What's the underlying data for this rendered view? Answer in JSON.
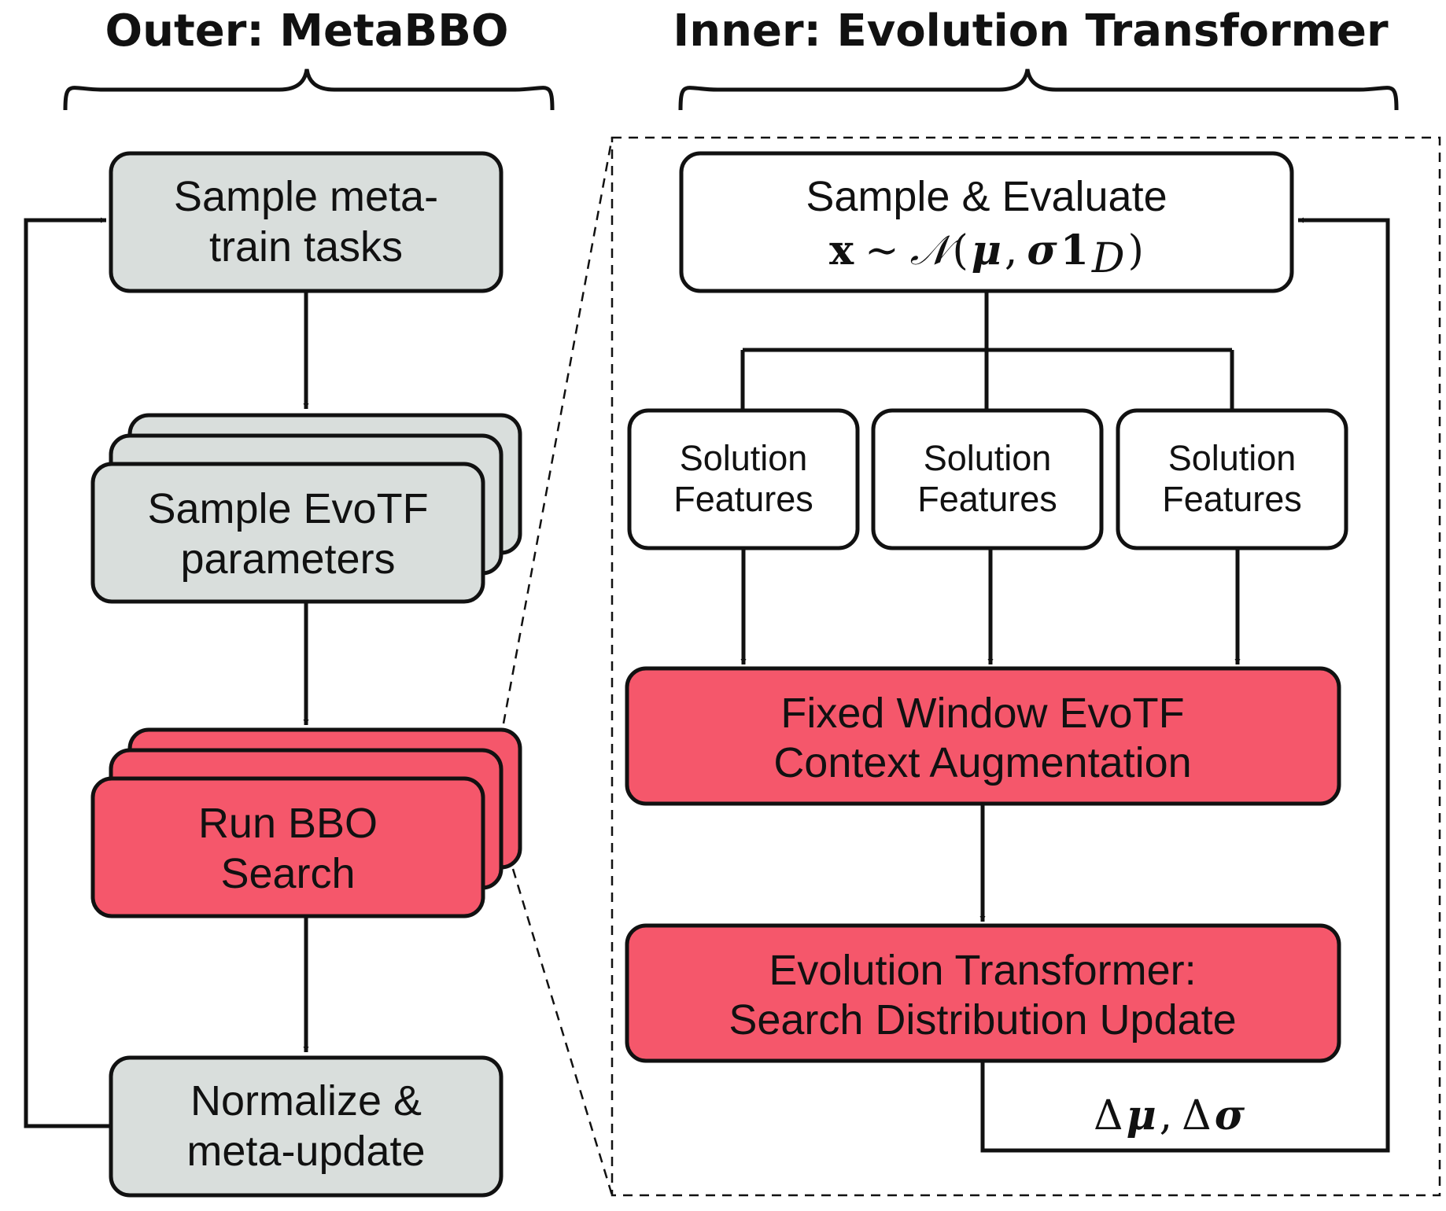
{
  "colors": {
    "gray_box": "#d9dedc",
    "red_box": "#f5576b",
    "white_box": "#ffffff",
    "stroke": "#111111"
  },
  "outer": {
    "title": "Outer: MetaBBO",
    "sample_tasks": [
      "Sample meta-",
      "train tasks"
    ],
    "sample_params": [
      "Sample EvoTF",
      "parameters"
    ],
    "run_search": [
      "Run BBO",
      "Search"
    ],
    "normalize": [
      "Normalize &",
      "meta-update"
    ]
  },
  "inner": {
    "title": "Inner: Evolution Transformer",
    "sample_evaluate": {
      "label": "Sample & Evaluate",
      "formula": {
        "x": "x",
        "sim": "∼",
        "N": "𝒩",
        "open": "(",
        "mu": "μ",
        "comma": ",",
        "sigma": "σ",
        "one": "1",
        "sub": "D",
        "close": ")"
      }
    },
    "features": [
      [
        "Solution",
        "Features"
      ],
      [
        "Solution",
        "Features"
      ],
      [
        "Solution",
        "Features"
      ]
    ],
    "context": [
      "Fixed Window EvoTF",
      "Context Augmentation"
    ],
    "update": [
      "Evolution Transformer:",
      "Search Distribution Update"
    ],
    "delta": {
      "d1": "Δ",
      "mu": "μ",
      "comma": ",",
      "d2": "Δ",
      "sigma": "σ"
    }
  }
}
